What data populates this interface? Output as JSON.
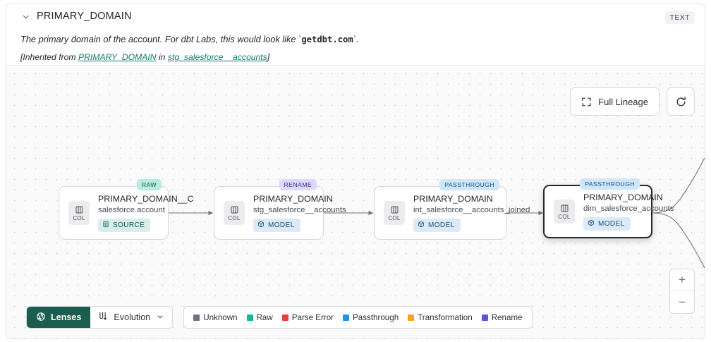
{
  "header": {
    "collapse_icon": "chevron-down-icon",
    "title": "PRIMARY_DOMAIN",
    "type_badge": "TEXT",
    "description_prefix": "The primary domain of the account. For dbt Labs, this would look like ",
    "description_code": "getdbt.com",
    "description_suffix": ".",
    "inherited_open": "[Inherited from ",
    "inherited_link1": "PRIMARY_DOMAIN",
    "inherited_mid": " in ",
    "inherited_link2": "stg_salesforce__accounts",
    "inherited_close": "]"
  },
  "canvas": {
    "full_lineage_label": "Full Lineage",
    "full_lineage_icon": "expand-corners-icon",
    "refresh_icon": "refresh-icon",
    "zoom_in_label": "+",
    "zoom_out_label": "−"
  },
  "nodes": [
    {
      "chip_label": "COL",
      "title": "PRIMARY_DOMAIN__C",
      "subtitle": "salesforce.account",
      "badge": "SOURCE",
      "badge_kind": "source",
      "tag": "RAW",
      "tag_kind": "raw",
      "selected": false
    },
    {
      "chip_label": "COL",
      "title": "PRIMARY_DOMAIN",
      "subtitle": "stg_salesforce__accounts",
      "badge": "MODEL",
      "badge_kind": "model",
      "tag": "RENAME",
      "tag_kind": "rename",
      "selected": false
    },
    {
      "chip_label": "COL",
      "title": "PRIMARY_DOMAIN",
      "subtitle": "int_salesforce__accounts_joined",
      "badge": "MODEL",
      "badge_kind": "model",
      "tag": "PASSTHROUGH",
      "tag_kind": "passthrough",
      "selected": false
    },
    {
      "chip_label": "COL",
      "title": "PRIMARY_DOMAIN",
      "subtitle": "dim_salesforce_accounts",
      "badge": "MODEL",
      "badge_kind": "model",
      "tag": "PASSTHROUGH",
      "tag_kind": "passthrough",
      "selected": true
    }
  ],
  "toolbar": {
    "lenses_label": "Lenses",
    "lenses_icon": "aperture-icon",
    "evolution_label": "Evolution",
    "evolution_icon": "evolution-flow-icon",
    "evolution_chevron": "chevron-down-icon"
  },
  "legend": {
    "items": [
      {
        "label": "Unknown",
        "color": "#6b7280"
      },
      {
        "label": "Raw",
        "color": "#18b498"
      },
      {
        "label": "Parse Error",
        "color": "#e3413e"
      },
      {
        "label": "Passthrough",
        "color": "#1d96dd"
      },
      {
        "label": "Transformation",
        "color": "#f0a421"
      },
      {
        "label": "Rename",
        "color": "#5d54e0"
      }
    ]
  }
}
